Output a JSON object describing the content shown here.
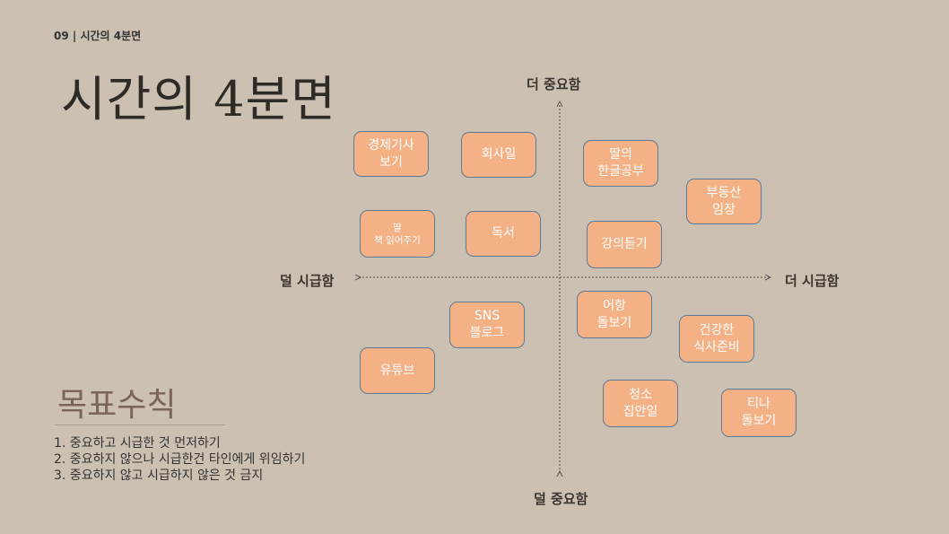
{
  "header": {
    "breadcrumb": "09 | 시간의 4분면",
    "title": "시간의 4분면"
  },
  "axes": {
    "top": "더 중요함",
    "bottom": "덜 중요함",
    "left": "덜 시급함",
    "right": "더 시급함"
  },
  "boxes": [
    {
      "l1": "경제기사",
      "l2": "보기"
    },
    {
      "l1": "회사일",
      "l2": ""
    },
    {
      "l1": "딸의",
      "l2": "한글공부"
    },
    {
      "l1": "부동산",
      "l2": "임장"
    },
    {
      "l1": "딸",
      "l2": "책 읽어주기"
    },
    {
      "l1": "독서",
      "l2": ""
    },
    {
      "l1": "강의듣기",
      "l2": ""
    },
    {
      "l1": "SNS",
      "l2": "블로그"
    },
    {
      "l1": "유튜브",
      "l2": ""
    },
    {
      "l1": "어항",
      "l2": "돌보기"
    },
    {
      "l1": "건강한",
      "l2": "식사준비"
    },
    {
      "l1": "청소",
      "l2": "집안일"
    },
    {
      "l1": "티나",
      "l2": "돌보기"
    }
  ],
  "rules": {
    "title": "목표수칙",
    "items": [
      "1. 중요하고 시급한 것 먼저하기",
      "2. 중요하지 않으나 시급한건 타인에게 위임하기",
      "3. 중요하지 않고 시급하지 않은 것 금지"
    ]
  }
}
